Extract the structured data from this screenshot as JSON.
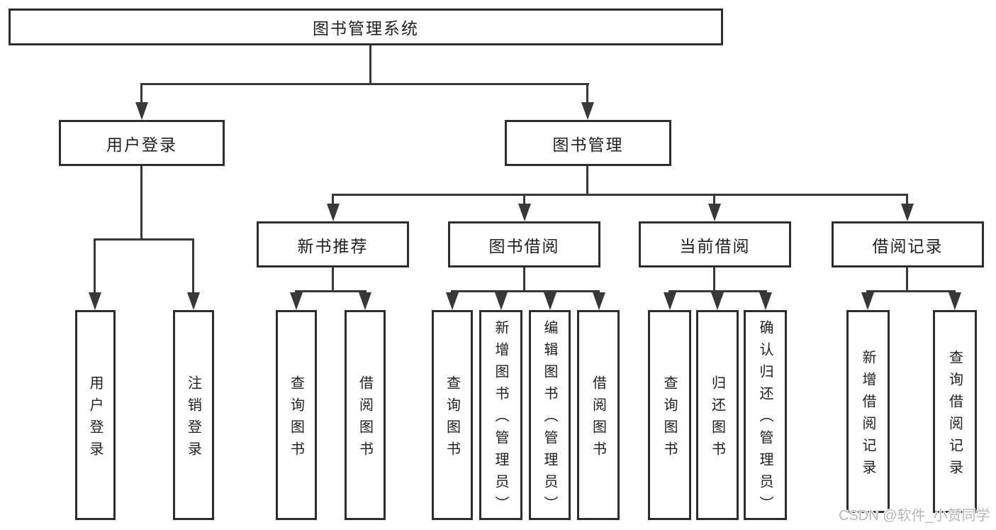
{
  "diagram": {
    "root": {
      "label": "图书管理系统"
    },
    "level2": {
      "user_login": "用户登录",
      "book_management": "图书管理"
    },
    "level3": {
      "new_book_recommend": "新书推荐",
      "book_borrowing": "图书借阅",
      "current_borrowing": "当前借阅",
      "borrowing_records": "借阅记录"
    },
    "leaves": {
      "user_login": "用户登录",
      "logout": "注销登录",
      "nb_query_books": "查询图书",
      "nb_borrow_books": "借阅图书",
      "bb_query_books": "查询图书",
      "bb_add_books_admin": "新增图书（管理员）",
      "bb_edit_books_admin": "编辑图书（管理员）",
      "bb_borrow_books": "借阅图书",
      "cb_query_books": "查询图书",
      "cb_return_books": "归还图书",
      "cb_confirm_return_admin": "确认归还（管理员）",
      "br_add_record": "新增借阅记录",
      "br_query_record": "查询借阅记录"
    },
    "watermark": "CSDN @软件_小贺同学",
    "colors": {
      "line": "#383838",
      "box_border": "#2e2e2e",
      "box_background": "#ffffff",
      "text": "#1f1f1f",
      "watermark_text": "#b7b7b7"
    }
  }
}
